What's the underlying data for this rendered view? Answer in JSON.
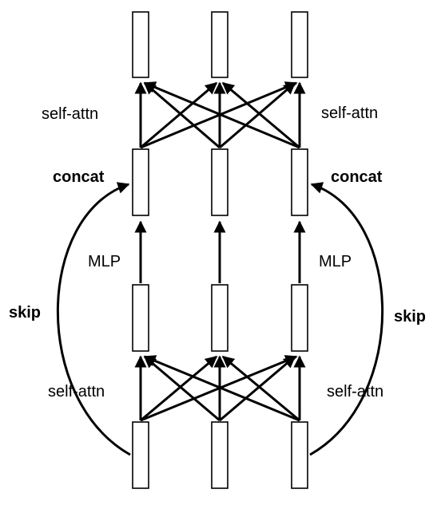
{
  "labels": {
    "self_attn_top_left": "self-attn",
    "self_attn_top_right": "self-attn",
    "self_attn_bottom_left": "self-attn",
    "self_attn_bottom_right": "self-attn",
    "concat_left": "concat",
    "concat_right": "concat",
    "mlp_left": "MLP",
    "mlp_right": "MLP",
    "skip_left": "skip",
    "skip_right": "skip"
  },
  "colors": {
    "stroke": "#000000",
    "background": "#ffffff"
  }
}
